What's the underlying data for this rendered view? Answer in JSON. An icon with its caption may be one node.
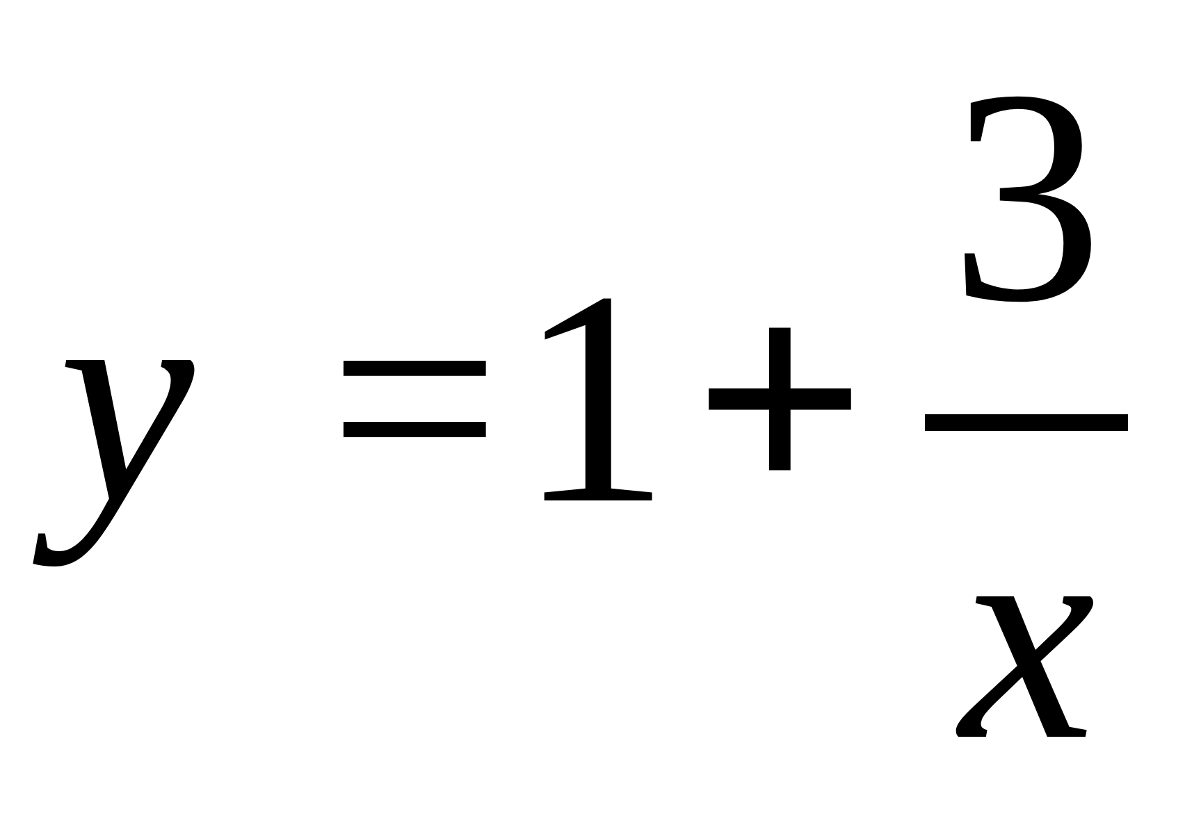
{
  "diagram": {
    "labels": [
      "y",
      "=",
      "1",
      "+",
      "3",
      "x"
    ]
  }
}
